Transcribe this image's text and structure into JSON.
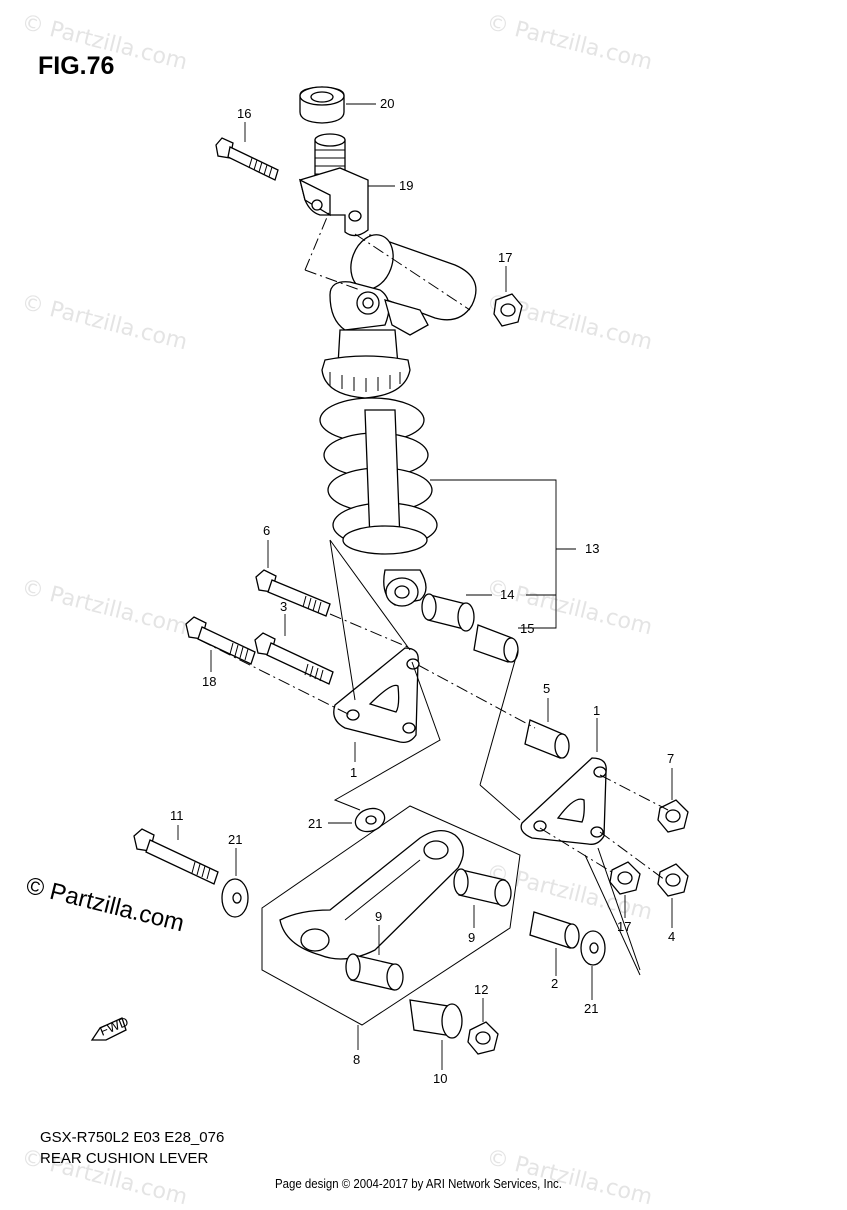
{
  "figure": {
    "title": "FIG.76"
  },
  "footer": {
    "model_line": "GSX-R750L2 E03 E28_076",
    "subtitle": "REAR CUSHION LEVER",
    "credit": "Page design © 2004-2017 by ARI Network Services, Inc."
  },
  "watermark": {
    "text": "© Partzilla.com"
  },
  "direction_tag": "FWD",
  "callouts": {
    "c20": "20",
    "c16": "16",
    "c19": "19",
    "c17a": "17",
    "c13": "13",
    "c6": "6",
    "c14": "14",
    "c3": "3",
    "c15": "15",
    "c18": "18",
    "c5": "5",
    "c1a": "1",
    "c1b": "1",
    "c7": "7",
    "c21a": "21",
    "c11": "11",
    "c21b": "21",
    "c9a": "9",
    "c9b": "9",
    "c17b": "17",
    "c4": "4",
    "c2": "2",
    "c21c": "21",
    "c12": "12",
    "c8": "8",
    "c10": "10"
  }
}
